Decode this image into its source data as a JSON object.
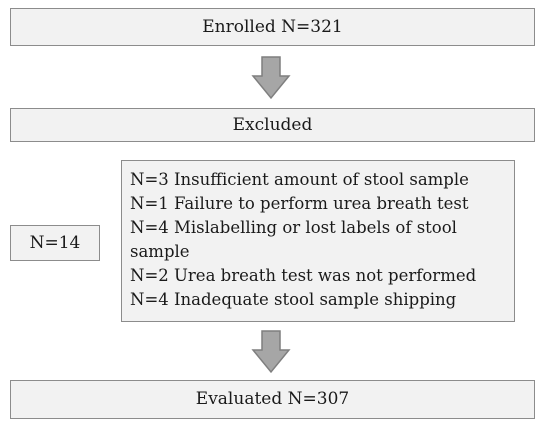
{
  "flow": {
    "enrolled": "Enrolled N=321",
    "excluded": "Excluded",
    "excluded_count": "N=14",
    "reasons": [
      "N=3 Insufficient amount of stool sample",
      "N=1 Failure to perform urea breath test",
      "N=4  Mislabelling or lost labels of stool sample",
      "N=2 Urea breath test was not performed",
      "N=4 Inadequate stool sample shipping"
    ],
    "evaluated": "Evaluated N=307"
  },
  "colors": {
    "box_fill": "#f2f2f2",
    "box_border": "#8c8c8c",
    "arrow_fill": "#a6a6a6",
    "arrow_stroke": "#7f7f7f"
  }
}
